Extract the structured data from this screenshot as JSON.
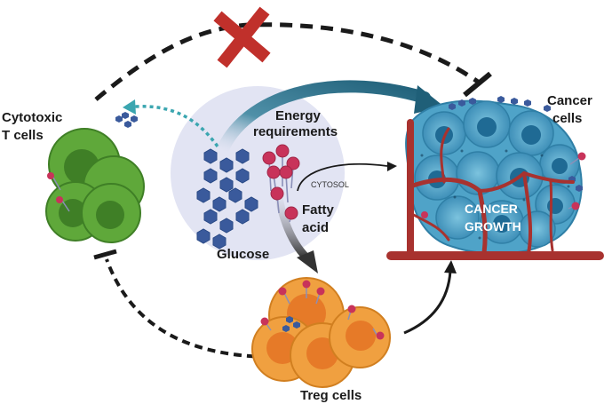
{
  "labels": {
    "cytotoxic_line1": "Cytotoxic",
    "cytotoxic_line2": "T cells",
    "energy_line1": "Energy",
    "energy_line2": "requirements",
    "cytosol": "CYTOSOL",
    "fatty_line1": "Fatty",
    "fatty_line2": "acid",
    "glucose": "Glucose",
    "cancer_cells_line1": "Cancer",
    "cancer_cells_line2": "cells",
    "growth_line1": "CANCER",
    "growth_line2": "GROWTH",
    "treg": "Treg cells"
  },
  "colors": {
    "tcell_green": "#5fa83a",
    "treg_orange": "#f0a040",
    "cancer_blue": "#4fa3c8",
    "vessel_red": "#a8322f",
    "block_x_red": "#c0302b",
    "glucose_blue": "#3a5a9c",
    "lipid_pink": "#c8335a",
    "energy_circle": "#e2e4f3",
    "dotted_teal": "#3ba6b0"
  },
  "icons": {
    "block": "red-x-icon",
    "inhibition": "t-bar-inhibition-icon"
  }
}
